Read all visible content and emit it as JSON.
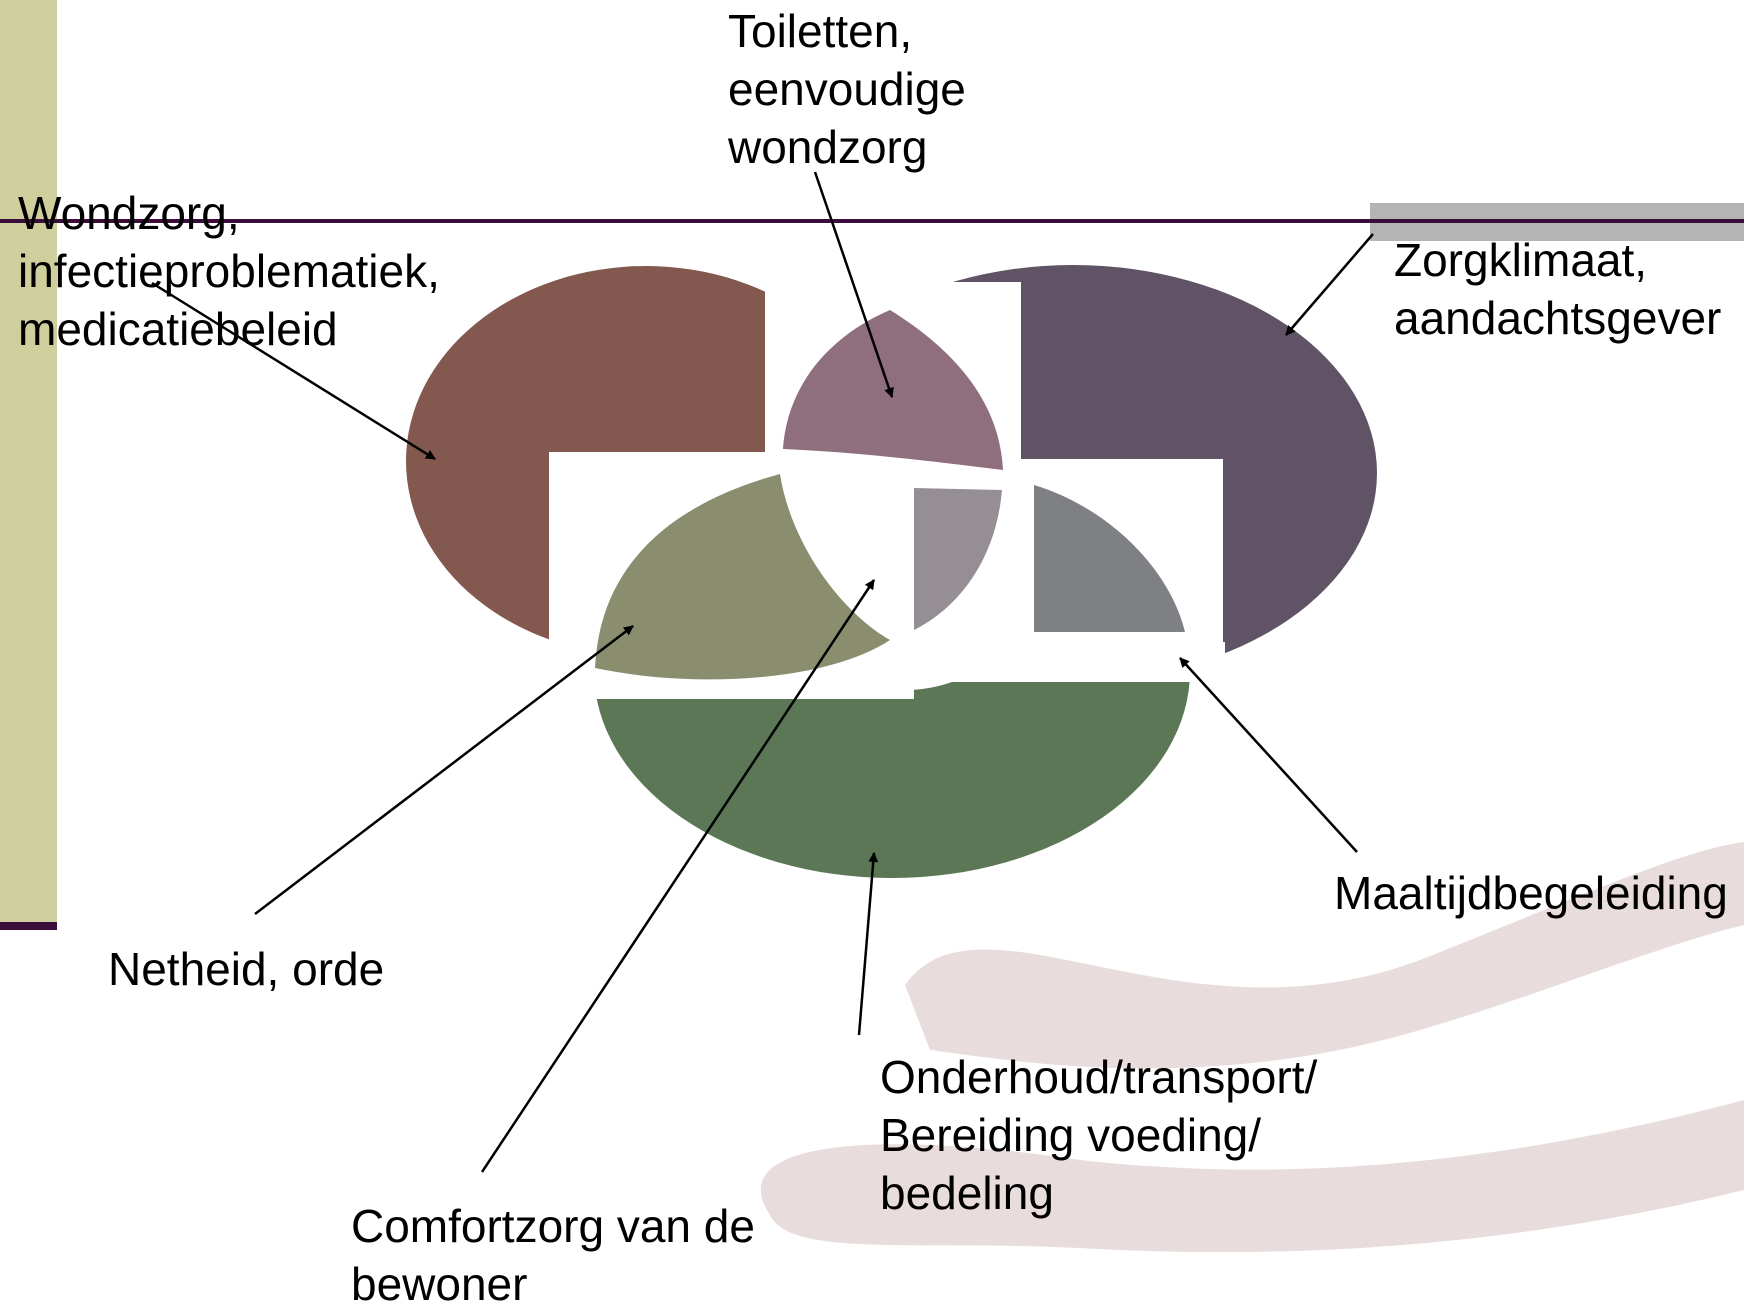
{
  "colors": {
    "sidebar": "#CECF9C",
    "rule": "#3A0D3A",
    "top_right_bar": "#B4B4B4",
    "swoosh": "#E8DCDC",
    "ellipse_left": "#82584F",
    "ellipse_right": "#615366",
    "ellipse_bottom": "#5B7756",
    "overlap_top": "#8F6F7E",
    "overlap_left": "#8A8E6E",
    "overlap_center": "#958E94",
    "overlap_right": "#7E8084",
    "arrow": "#000000"
  },
  "labels": {
    "toiletten": "Toiletten,\neenvoudige\nwondzorg",
    "wondzorg": "Wondzorg,\ninfectieproblematiek,\nmedicatiebeleid",
    "zorgklimaat": "Zorgklimaat,\naandachtsgever",
    "maaltijd": "Maaltijdbegeleiding",
    "netheid": "Netheid, orde",
    "onderhoud": "Onderhoud/transport/\nBereiding voeding/\nbedeling",
    "comfort": "Comfortzorg van de\nbewoner"
  }
}
